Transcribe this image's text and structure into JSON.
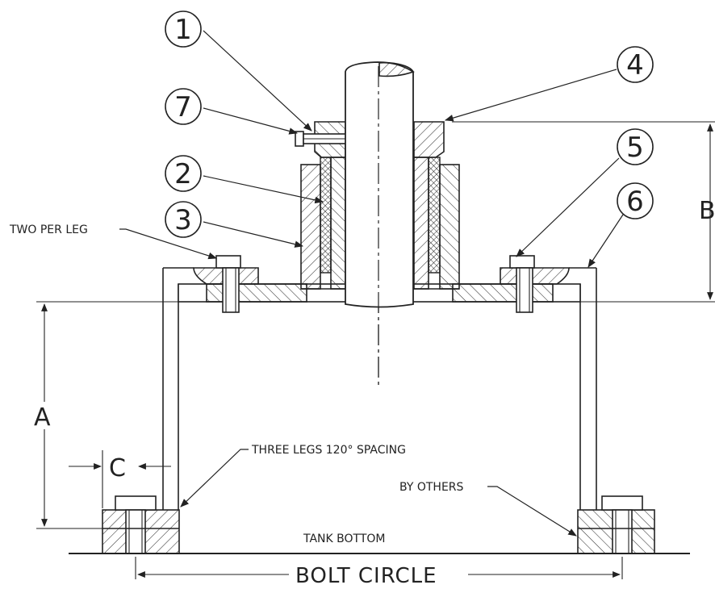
{
  "balloons": [
    {
      "id": "balloon-1",
      "text": "1"
    },
    {
      "id": "balloon-7",
      "text": "7"
    },
    {
      "id": "balloon-2",
      "text": "2"
    },
    {
      "id": "balloon-3",
      "text": "3"
    },
    {
      "id": "balloon-4",
      "text": "4"
    },
    {
      "id": "balloon-5",
      "text": "5"
    },
    {
      "id": "balloon-6",
      "text": "6"
    }
  ],
  "labels": {
    "two_per_leg": "TWO PER LEG",
    "three_legs": "THREE LEGS 120° SPACING",
    "by_others": "BY OTHERS",
    "tank_bottom": "TANK BOTTOM",
    "bolt_circle": "BOLT CIRCLE"
  },
  "dimensions": {
    "a": "A",
    "b": "B",
    "c": "C"
  }
}
